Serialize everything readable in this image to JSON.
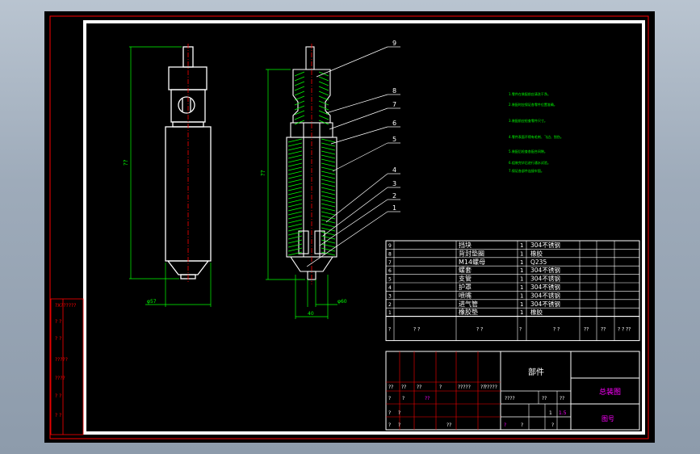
{
  "colors": {
    "background": "#000000",
    "outer_frame": "#ff0000",
    "inner_frame": "#ffffff",
    "parts": "#ffffff",
    "section_hatch": "#00ff00",
    "centerline": "#ff0000",
    "dimension": "#00ff00",
    "leader": "#ffffff",
    "table_text": "#ffffff",
    "table_highlight": "#ff00ff",
    "title_accent": "#ff00ff"
  },
  "front_view": {
    "dim_overall": "??",
    "dim_diameter": "φ57"
  },
  "section_view": {
    "dim_overall": "??",
    "dim_bottom_left": "40",
    "dim_bottom_right": "φ60",
    "balloons": [
      "9",
      "8",
      "7",
      "6",
      "5",
      "4",
      "3",
      "2",
      "1"
    ]
  },
  "notes": [
    "1.零件在装配前应清洗干净。",
    "2.装配时应保证各零件位置准确。",
    "3.装配前应检查零件尺寸。",
    "4.零件表面不得有毛刺、飞边、划伤。",
    "5.装配后检查各配合间隙。",
    "6.组装完毕后进行通水试验。",
    "7.保证各部件连接牢固。"
  ],
  "left_stamps": [
    "?X??????",
    "?  ?",
    "?  ?",
    "?????",
    "????",
    "?  ?",
    "?  ?"
  ],
  "parts_list": [
    {
      "no": "9",
      "name": "挡块",
      "qty": "1",
      "material": "304不锈钢"
    },
    {
      "no": "8",
      "name": "背封垫圈",
      "qty": "1",
      "material": "橡胶"
    },
    {
      "no": "7",
      "name": "M14螺母",
      "qty": "1",
      "material": "Q235"
    },
    {
      "no": "6",
      "name": "螺套",
      "qty": "1",
      "material": "304不锈钢"
    },
    {
      "no": "5",
      "name": "支管",
      "qty": "1",
      "material": "304不锈钢"
    },
    {
      "no": "4",
      "name": "护罩",
      "qty": "1",
      "material": "304不锈钢"
    },
    {
      "no": "3",
      "name": "喷嘴",
      "qty": "1",
      "material": "304不锈钢"
    },
    {
      "no": "2",
      "name": "进气管",
      "qty": "1",
      "material": "304不锈钢"
    },
    {
      "no": "1",
      "name": "橡胶垫",
      "qty": "1",
      "material": "橡胶"
    }
  ],
  "parts_header": [
    "?",
    "?  ?",
    "?  ?",
    "?",
    "?  ?",
    "??",
    "??",
    "?  ?",
    "??"
  ],
  "title_block": {
    "part_label": "部件",
    "drawing_title": "总装图",
    "drawing_no_label": "图号",
    "cells_row1": [
      "??",
      "??",
      "??",
      "?",
      "?????",
      "??",
      "?????"
    ],
    "cells_row2": [
      "?",
      "?",
      "??"
    ],
    "cells_row3": [
      "?",
      "?"
    ],
    "cells_row4": [
      "?",
      "?",
      "??"
    ],
    "info": [
      "????",
      "??",
      "??",
      "1",
      "1.5",
      "?",
      "?",
      "?"
    ]
  }
}
